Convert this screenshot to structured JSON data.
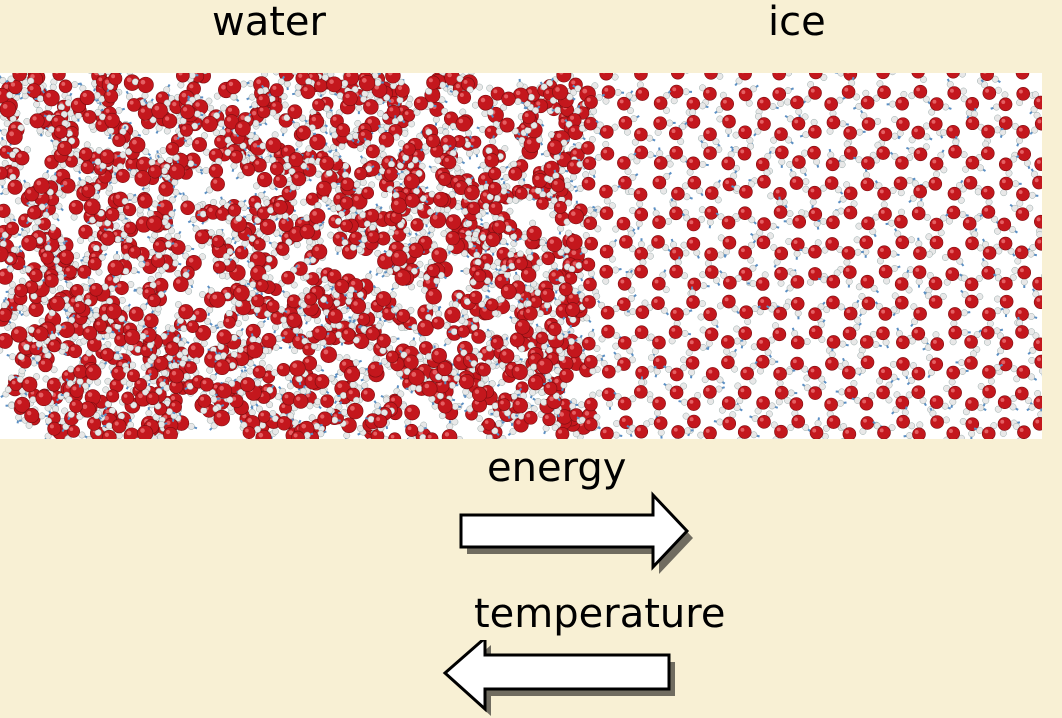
{
  "labels": {
    "water": "water",
    "ice": "ice",
    "energy": "energy",
    "temperature": "temperature"
  },
  "colors": {
    "background": "#f8f0d4",
    "oxygen": "#c4171d",
    "hydrogen": "#e8e8e8",
    "bond": "#5b8fc4",
    "arrow_fill": "#ffffff",
    "arrow_stroke": "#000000"
  },
  "arrows": [
    {
      "name": "energy-arrow",
      "direction": "right"
    },
    {
      "name": "temperature-arrow",
      "direction": "left"
    }
  ]
}
